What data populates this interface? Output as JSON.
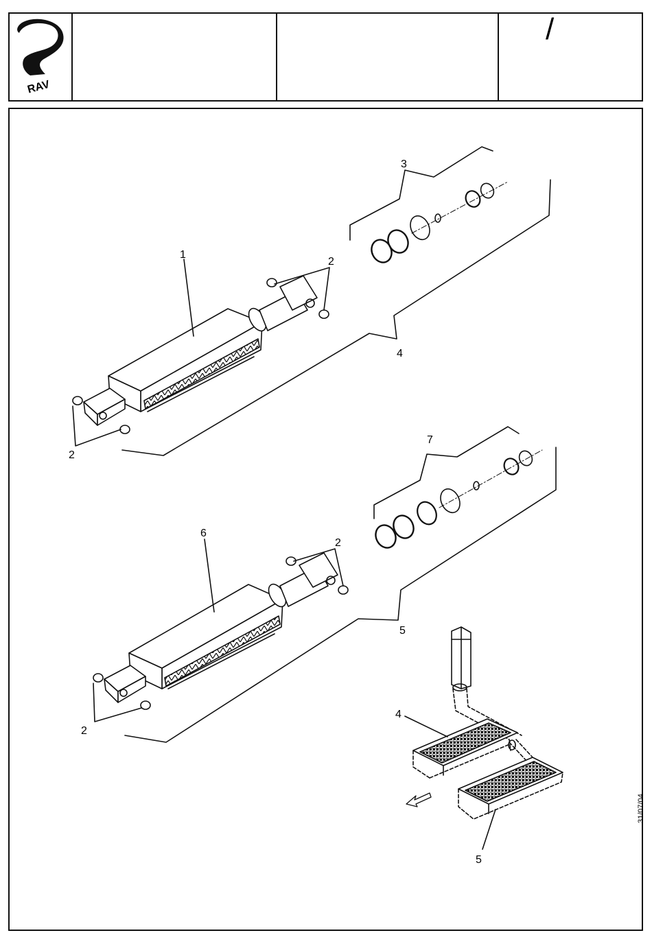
{
  "header": {
    "logo_text": "RAV",
    "cell_a": "",
    "cell_b": "",
    "cell_c_mark": "/"
  },
  "diagram": {
    "callouts": {
      "c1": "1",
      "c2a": "2",
      "c2b": "2",
      "c3": "3",
      "c4a": "4",
      "c6": "6",
      "c7": "7",
      "c2c": "2",
      "c2d": "2",
      "c5a": "5",
      "c4b": "4",
      "c5b": "5"
    }
  },
  "footer": {
    "date_code": "31/07/04"
  },
  "colors": {
    "line": "#111111",
    "background": "#ffffff"
  }
}
